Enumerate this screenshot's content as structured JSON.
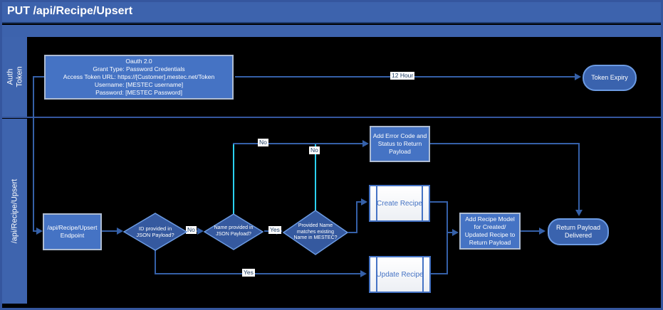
{
  "title": "PUT /api/Recipe/Upsert",
  "colors": {
    "page_background": "#000000",
    "header_blue": "#3D63AD",
    "lane_label_blue": "#3E64AE",
    "frame_blue": "#35569E",
    "node_blue": "#4573C4",
    "diamond_blue": "#35599F",
    "connector_blue": "#3560A8",
    "no_branch_cyan": "#2BD1F4",
    "task_text_blue": "#4573C4",
    "label_chip_bg": "#FFFFFF"
  },
  "lanes": {
    "auth": "Auth\nToken",
    "api": "/api/Recipe/Upsert"
  },
  "auth_lane": {
    "oauth_box": "Oauth 2.0\nGrant Type: Password Credentials\nAccess Token URL: https://[Customer].mestec.net/Token\nUsername: [MESTEC username]\nPassword: [MESTEC Password]",
    "expiry_edge_label": "12 Hour",
    "token_expiry": "Token Expiry"
  },
  "api_lane": {
    "endpoint": "/api/Recipe/Upsert\nEndpoint",
    "decision_id": "ID provided in\nJSON Payload?",
    "decision_name": "Name provided in\nJSON Payload?",
    "decision_match": "Provided Name\nmatches existing\nName in MESTEC?",
    "label_no_id": "No",
    "label_yes_name": "Yes",
    "label_yes_update": "Yes",
    "label_no_name": "No",
    "label_no_match": "No",
    "error_box": "Add Error Code and\nStatus to Return\nPayload",
    "create_recipe": "Create Recipe",
    "update_recipe": "Update Recipe",
    "model_box": "Add Recipe Model\nfor Created/\nUpdated Recipe to\nReturn Payload",
    "delivered": "Return Payload\nDelivered"
  }
}
